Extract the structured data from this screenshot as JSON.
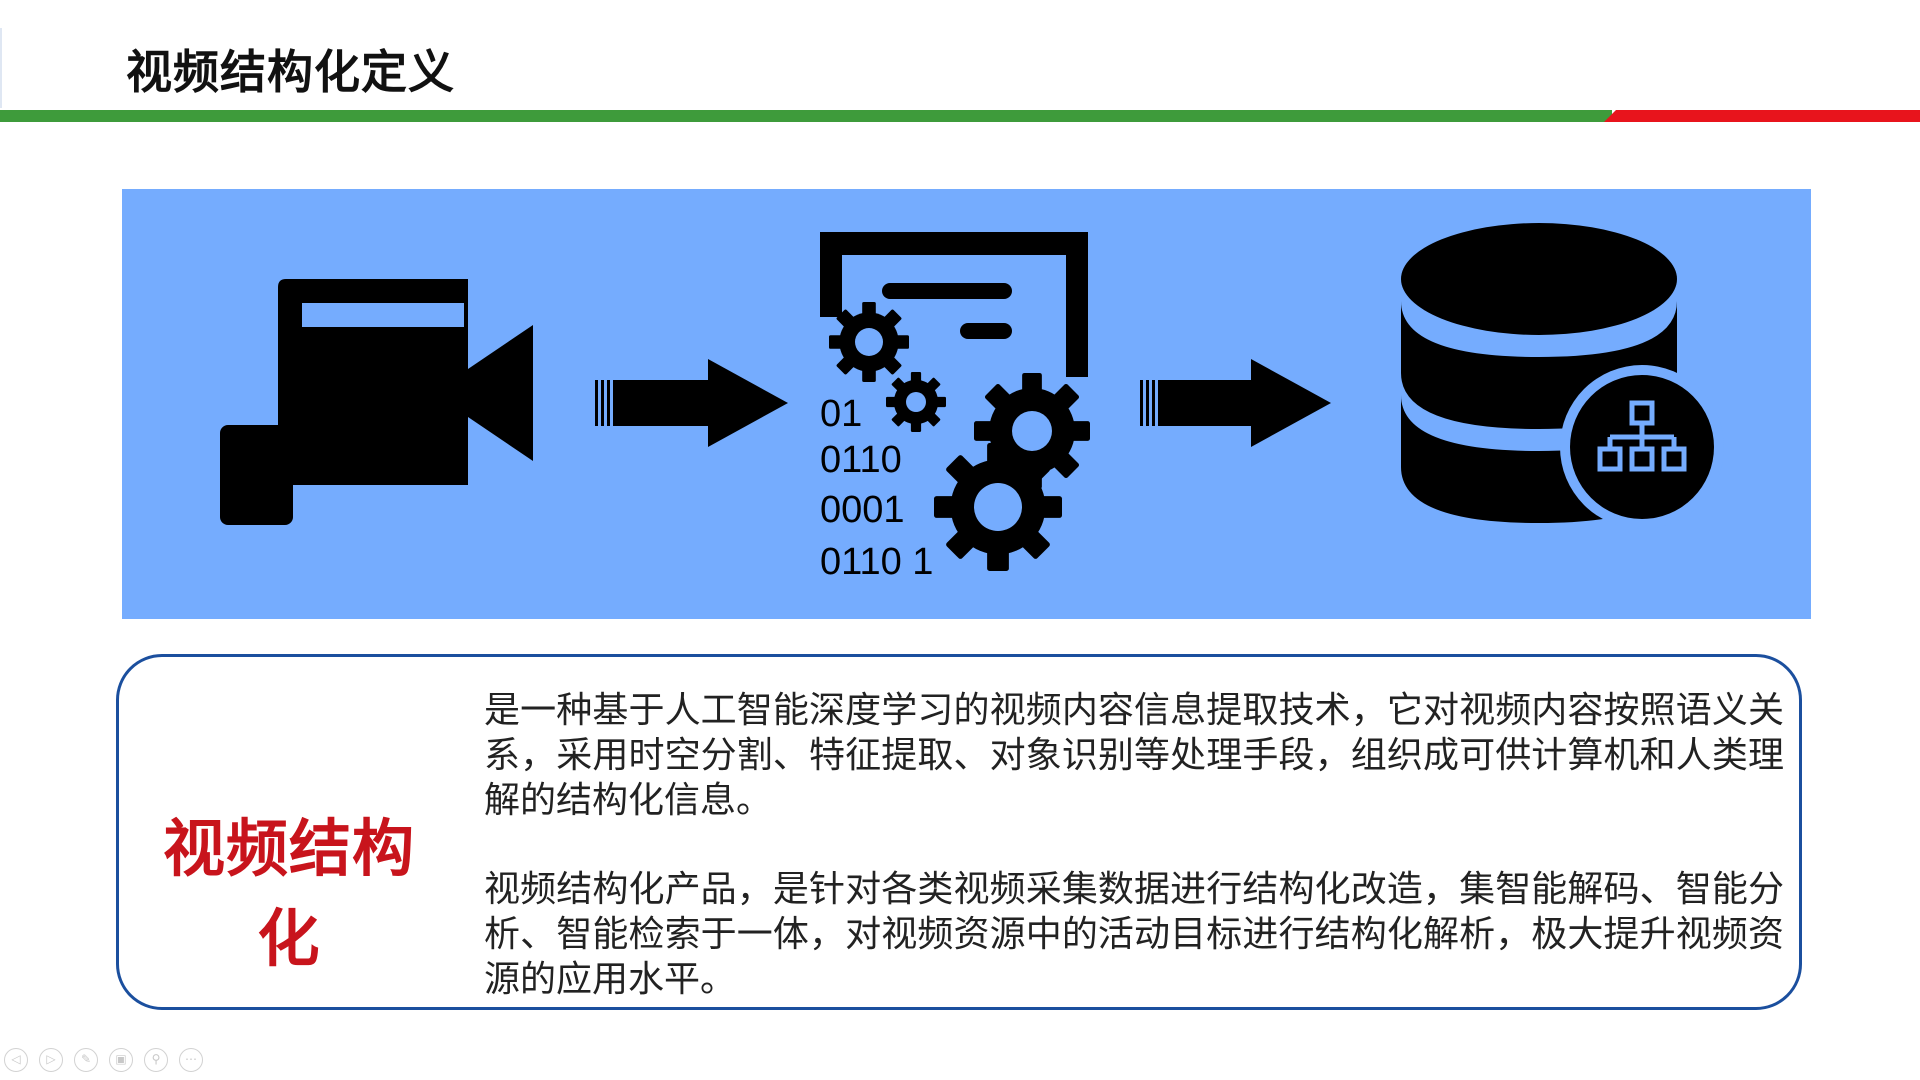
{
  "slide": {
    "title": "视频结构化定义"
  },
  "banner": {
    "background": "#75acfe",
    "icons": [
      "camera-icon",
      "arrow-right-icon",
      "data-processing-icon",
      "arrow-right-icon",
      "database-icon"
    ],
    "binary_lines": [
      "01",
      "0110",
      "0001",
      "0110 1"
    ]
  },
  "definition": {
    "term": "视频结构化",
    "paragraph1": "是一种基于人工智能深度学习的视频内容信息提取技术，它对视频内容按照语义关系，采用时空分割、特征提取、对象识别等处理手段，组织成可供计算机和人类理解的结构化信息。",
    "paragraph2": "视频结构化产品，是针对各类视频采集数据进行结构化改造，集智能解码、智能分析、智能检索于一体，对视频资源中的活动目标进行结构化解析，极大提升视频资源的应用水平。"
  },
  "nav": {
    "buttons": [
      "prev-icon",
      "next-icon",
      "pen-icon",
      "slides-icon",
      "zoom-icon",
      "more-icon"
    ],
    "glyphs": [
      "◁",
      "▷",
      "✎",
      "▣",
      "⚲",
      "⋯"
    ]
  },
  "colors": {
    "title_rule_green": "#3e9b3b",
    "title_rule_red": "#e8141c",
    "card_border": "#1b4f9e",
    "term_color": "#c8141c"
  }
}
